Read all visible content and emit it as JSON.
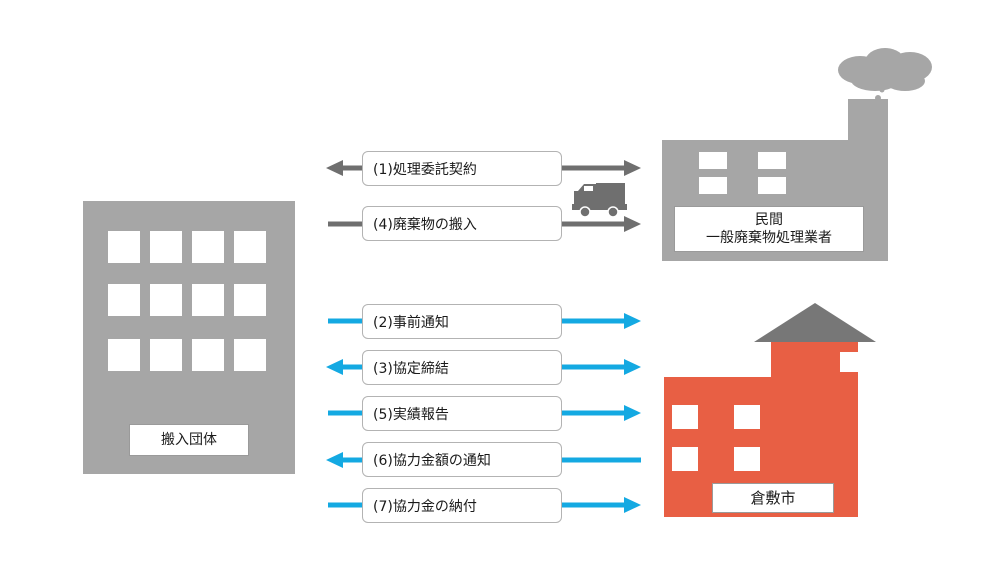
{
  "colors": {
    "building_gray": "#a6a6a6",
    "city_red": "#e85f44",
    "roof_gray": "#777777",
    "arrow_gray": "#6f6f6f",
    "arrow_blue": "#14a9e2"
  },
  "nodes": {
    "carrier": {
      "label": "搬入団体"
    },
    "private_processor": {
      "line1": "民間",
      "line2": "一般廃棄物処理業者"
    },
    "city": {
      "label": "倉敷市"
    }
  },
  "flows": [
    {
      "id": "f1",
      "label": "(1)処理委託契約",
      "direction": "both",
      "color": "gray"
    },
    {
      "id": "f4",
      "label": "(4)廃棄物の搬入",
      "direction": "right",
      "color": "gray"
    },
    {
      "id": "f2",
      "label": "(2)事前通知",
      "direction": "right",
      "color": "blue"
    },
    {
      "id": "f3",
      "label": "(3)協定締結",
      "direction": "both",
      "color": "blue"
    },
    {
      "id": "f5",
      "label": "(5)実績報告",
      "direction": "right",
      "color": "blue"
    },
    {
      "id": "f6",
      "label": "(6)協力金額の通知",
      "direction": "left",
      "color": "blue"
    },
    {
      "id": "f7",
      "label": "(7)協力金の納付",
      "direction": "right",
      "color": "blue"
    }
  ],
  "icons": {
    "truck": "truck-icon",
    "cloud": "smoke-cloud-icon"
  }
}
